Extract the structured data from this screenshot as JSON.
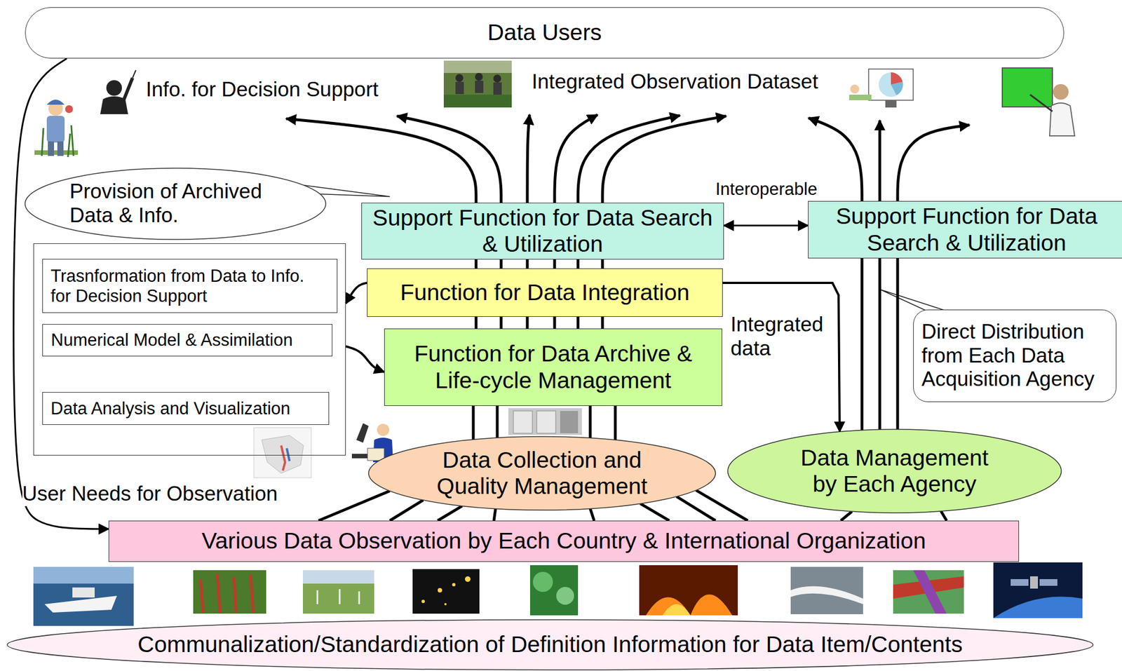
{
  "diagram": {
    "nodes": [
      {
        "text": [
          "Data Users"
        ]
      },
      {
        "text": [
          "Info. for Decision Support",
          "Integrated Observation Dataset"
        ]
      },
      {
        "text": [
          "Provision of Archived Data & Info."
        ]
      },
      {
        "text": []
      },
      {
        "text": [
          "Trasnformation from Data to Info. for Decision Support"
        ],
        "in": 3
      },
      {
        "text": [
          "Numerical Model & Assimilation"
        ],
        "in": 3
      },
      {
        "text": [
          "Data Analysis and Visualization"
        ],
        "in": 3
      },
      {
        "text": [
          "Support Function for Data Search & Utilization"
        ]
      },
      {
        "text": [
          "Support Function for Data Search & Utilization"
        ]
      },
      {
        "text": [
          "Function for Data Integration"
        ]
      },
      {
        "text": [
          "Function for Data Archive & Life-cycle Management"
        ]
      },
      {
        "text": [
          "Direct Distribution from Each Data Acquisition Agency"
        ]
      },
      {
        "text": [
          "Data Collection and Quality Management"
        ]
      },
      {
        "text": [
          "Data Management by Each Agency"
        ]
      },
      {
        "text": [
          "Various Data Observation by Each Country & International Organization"
        ]
      },
      {
        "text": [
          "Communalization/Standardization of Definition Information for Data Item/Contents"
        ]
      }
    ],
    "edges": [
      {
        "from": 0,
        "to": 14,
        "arrow": "to",
        "label": "User Needs for Observation"
      },
      {
        "from": 7,
        "to": 8,
        "arrow": "both",
        "label": "Interoperable"
      },
      {
        "from": 9,
        "to": 13,
        "arrow": "to",
        "label": "Integrated data"
      },
      {
        "from": 9,
        "to": 3,
        "arrow": "to"
      },
      {
        "from": 3,
        "to": 10,
        "arrow": "to"
      },
      {
        "from": 7,
        "to": 1,
        "arrow": "to"
      },
      {
        "from": 7,
        "to": 1,
        "arrow": "to"
      },
      {
        "from": 7,
        "to": 1,
        "arrow": "to"
      },
      {
        "from": 7,
        "to": 1,
        "arrow": "to"
      },
      {
        "from": 7,
        "to": 1,
        "arrow": "to"
      },
      {
        "from": 7,
        "to": 1,
        "arrow": "to"
      },
      {
        "from": 9,
        "to": 7,
        "arrow": "none"
      },
      {
        "from": 9,
        "to": 7,
        "arrow": "none"
      },
      {
        "from": 9,
        "to": 7,
        "arrow": "none"
      },
      {
        "from": 9,
        "to": 7,
        "arrow": "none"
      },
      {
        "from": 9,
        "to": 7,
        "arrow": "none"
      },
      {
        "from": 9,
        "to": 7,
        "arrow": "none"
      },
      {
        "from": 10,
        "to": 9,
        "arrow": "none"
      },
      {
        "from": 10,
        "to": 9,
        "arrow": "none"
      },
      {
        "from": 10,
        "to": 9,
        "arrow": "none"
      },
      {
        "from": 10,
        "to": 9,
        "arrow": "none"
      },
      {
        "from": 10,
        "to": 9,
        "arrow": "none"
      },
      {
        "from": 10,
        "to": 9,
        "arrow": "none"
      },
      {
        "from": 12,
        "to": 10,
        "arrow": "none"
      },
      {
        "from": 12,
        "to": 10,
        "arrow": "none"
      },
      {
        "from": 12,
        "to": 10,
        "arrow": "none"
      },
      {
        "from": 12,
        "to": 10,
        "arrow": "none"
      },
      {
        "from": 14,
        "to": 12,
        "arrow": "none"
      },
      {
        "from": 14,
        "to": 12,
        "arrow": "none"
      },
      {
        "from": 14,
        "to": 12,
        "arrow": "none"
      },
      {
        "from": 14,
        "to": 12,
        "arrow": "none"
      },
      {
        "from": 14,
        "to": 12,
        "arrow": "none"
      },
      {
        "from": 14,
        "to": 12,
        "arrow": "none"
      },
      {
        "from": 14,
        "to": 12,
        "arrow": "none"
      },
      {
        "from": 14,
        "to": 12,
        "arrow": "none"
      },
      {
        "from": 14,
        "to": 13,
        "arrow": "none"
      },
      {
        "from": 14,
        "to": 13,
        "arrow": "none"
      },
      {
        "from": 13,
        "to": 8,
        "arrow": "none"
      },
      {
        "from": 13,
        "to": 8,
        "arrow": "none"
      },
      {
        "from": 13,
        "to": 8,
        "arrow": "none"
      },
      {
        "from": 8,
        "to": 1,
        "arrow": "to"
      },
      {
        "from": 8,
        "to": 1,
        "arrow": "to"
      },
      {
        "from": 8,
        "to": 1,
        "arrow": "to"
      }
    ]
  }
}
